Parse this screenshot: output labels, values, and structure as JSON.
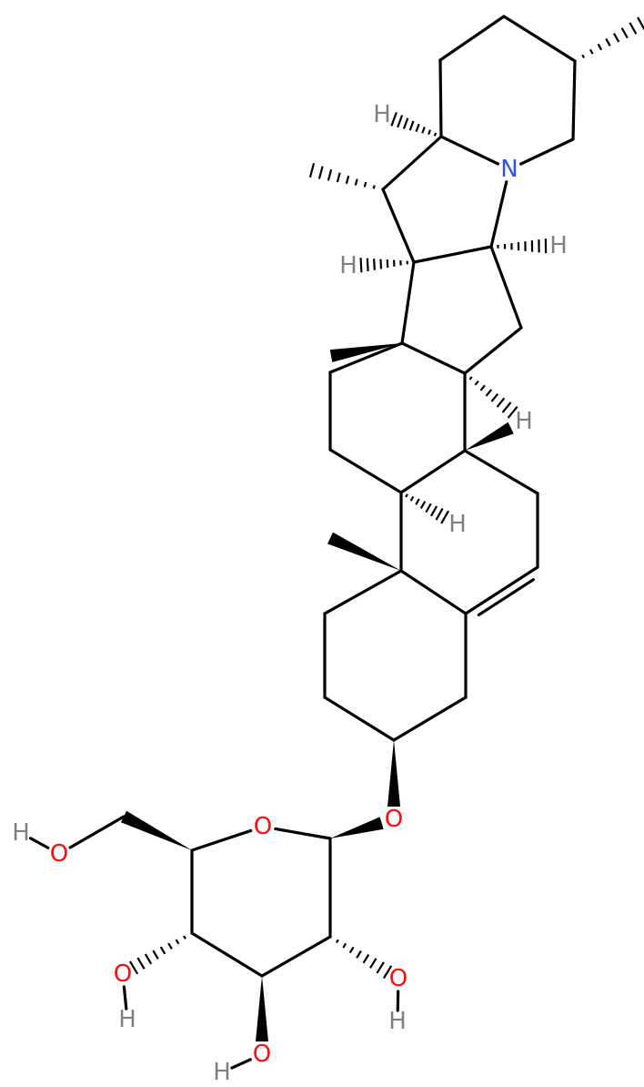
{
  "colors": {
    "bond": "#000000",
    "oxygen": "#ff0d0d",
    "nitrogen": "#3050f8",
    "hydrogen": "#808080"
  },
  "labels": {
    "N": "N",
    "O": "O",
    "H": "H"
  }
}
